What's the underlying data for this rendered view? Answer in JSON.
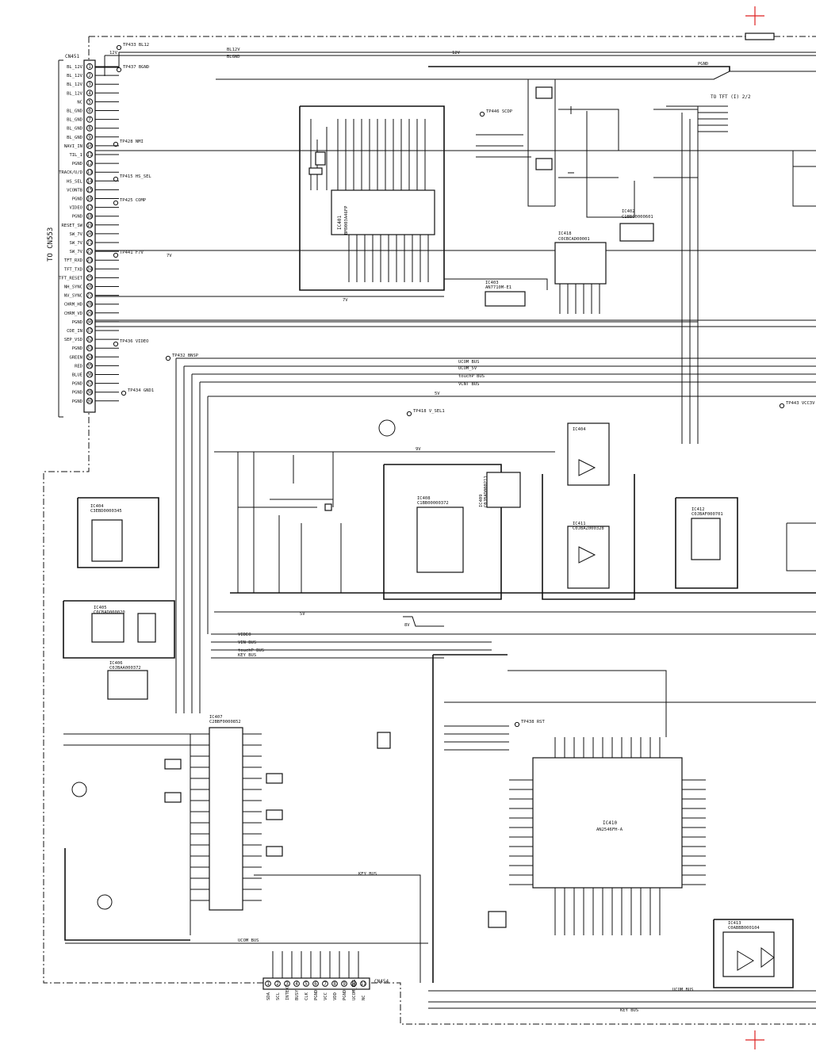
{
  "connector_title": "TO CN553",
  "connector": {
    "name": "CN451",
    "pins": [
      {
        "n": 1,
        "label": "BL_12V"
      },
      {
        "n": 2,
        "label": "BL_12V"
      },
      {
        "n": 3,
        "label": "BL_12V"
      },
      {
        "n": 4,
        "label": "BL_12V"
      },
      {
        "n": 5,
        "label": "NC"
      },
      {
        "n": 6,
        "label": "BL_GND"
      },
      {
        "n": 7,
        "label": "BL_GND"
      },
      {
        "n": 8,
        "label": "BL_GND"
      },
      {
        "n": 9,
        "label": "BL_GND"
      },
      {
        "n": 10,
        "label": "NAVI_IN"
      },
      {
        "n": 11,
        "label": "TIL_1"
      },
      {
        "n": 12,
        "label": "PGND"
      },
      {
        "n": 13,
        "label": "TRACK/U/D"
      },
      {
        "n": 14,
        "label": "HS_SEL"
      },
      {
        "n": 15,
        "label": "VCONTB"
      },
      {
        "n": 16,
        "label": "PGND"
      },
      {
        "n": 17,
        "label": "VIDEO"
      },
      {
        "n": 18,
        "label": "PGND"
      },
      {
        "n": 19,
        "label": "RESET_SW"
      },
      {
        "n": 20,
        "label": "SW_7V"
      },
      {
        "n": 21,
        "label": "SW_7V"
      },
      {
        "n": 22,
        "label": "SW_7V"
      },
      {
        "n": 23,
        "label": "TFT_RXD"
      },
      {
        "n": 24,
        "label": "TFT_TXD"
      },
      {
        "n": 25,
        "label": "TFT_RESET"
      },
      {
        "n": 26,
        "label": "NH_SYNC"
      },
      {
        "n": 27,
        "label": "NV_SYNC"
      },
      {
        "n": 28,
        "label": "CHRM_HD"
      },
      {
        "n": 29,
        "label": "CHRM_VD"
      },
      {
        "n": 30,
        "label": "PGND"
      },
      {
        "n": 31,
        "label": "CDE_IN"
      },
      {
        "n": 32,
        "label": "SEP_VSD"
      },
      {
        "n": 33,
        "label": "PGND"
      },
      {
        "n": 34,
        "label": "GREEN"
      },
      {
        "n": 35,
        "label": "RED"
      },
      {
        "n": 36,
        "label": "BLUE"
      },
      {
        "n": 37,
        "label": "PGND"
      },
      {
        "n": 38,
        "label": "PGND"
      },
      {
        "n": 39,
        "label": "PGND"
      }
    ]
  },
  "bottom_connector": {
    "name": "CN454",
    "pins": [
      "SDA",
      "SCL",
      "INTEXT",
      "BUSY",
      "CLK",
      "PGND",
      "VCC",
      "VDD",
      "PGND",
      "UCOM_RES",
      "NC"
    ]
  },
  "ics": [
    {
      "id": "ic401",
      "name": "IC401",
      "part": "BM9003A46FP"
    },
    {
      "id": "ic402",
      "name": "IC402",
      "part": "C1BB00000601"
    },
    {
      "id": "ic403",
      "name": "IC403",
      "part": "AN7710M-E1"
    },
    {
      "id": "ic404",
      "name": "IC404",
      "part": "C3EBD0000345"
    },
    {
      "id": "ic405",
      "name": "IC405",
      "part": "C0CBAD000020"
    },
    {
      "id": "ic406",
      "name": "IC406",
      "part": "C0JBAA000372"
    },
    {
      "id": "ic407",
      "name": "IC407",
      "part": "C2BBF0000852"
    },
    {
      "id": "ic408",
      "name": "IC408",
      "part": "C1BB00000372"
    },
    {
      "id": "ic409",
      "name": "IC409",
      "part": "C0JBAD000211"
    },
    {
      "id": "ic410",
      "name": "IC410",
      "part": "AN2546FH-A"
    },
    {
      "id": "ic411",
      "name": "IC411",
      "part": "C0JBAZ000328"
    },
    {
      "id": "ic412",
      "name": "IC412",
      "part": "C0JBAF000701"
    },
    {
      "id": "ic413",
      "name": "IC413",
      "part": "C0ABBB000104"
    },
    {
      "id": "ic418",
      "name": "IC418",
      "part": "C0CBCAD00001"
    }
  ],
  "nets": {
    "bl12v": "BL12V",
    "blgnd": "BLGND",
    "pgnd": "PGND",
    "v12": "12V",
    "v5": "5V",
    "v7": "7V",
    "v8": "8V",
    "v9": "9V",
    "ucom_bus": "UCOM BUS",
    "ucom5v": "UCOM_5V",
    "touchp_bus": "touchP BUS",
    "vcnt_bus": "VCNT BUS",
    "key_bus": "KEY BUS",
    "vin_bus": "VIN BUS",
    "video": "VIDEO"
  },
  "to_tft": "TO TFT (I) 2/2",
  "testpoints": [
    "TP433 BL12",
    "TP437 BGND",
    "TP428 NMI",
    "TP415 HS_SEL",
    "TP425 COMP",
    "TP441 F7V",
    "TP432 BNSP",
    "TP434 GND1",
    "TP436 VIDEO",
    "TP418 V_SEL1",
    "TP438 RST",
    "TP443 VCC3V",
    "TP446 SCDP"
  ]
}
